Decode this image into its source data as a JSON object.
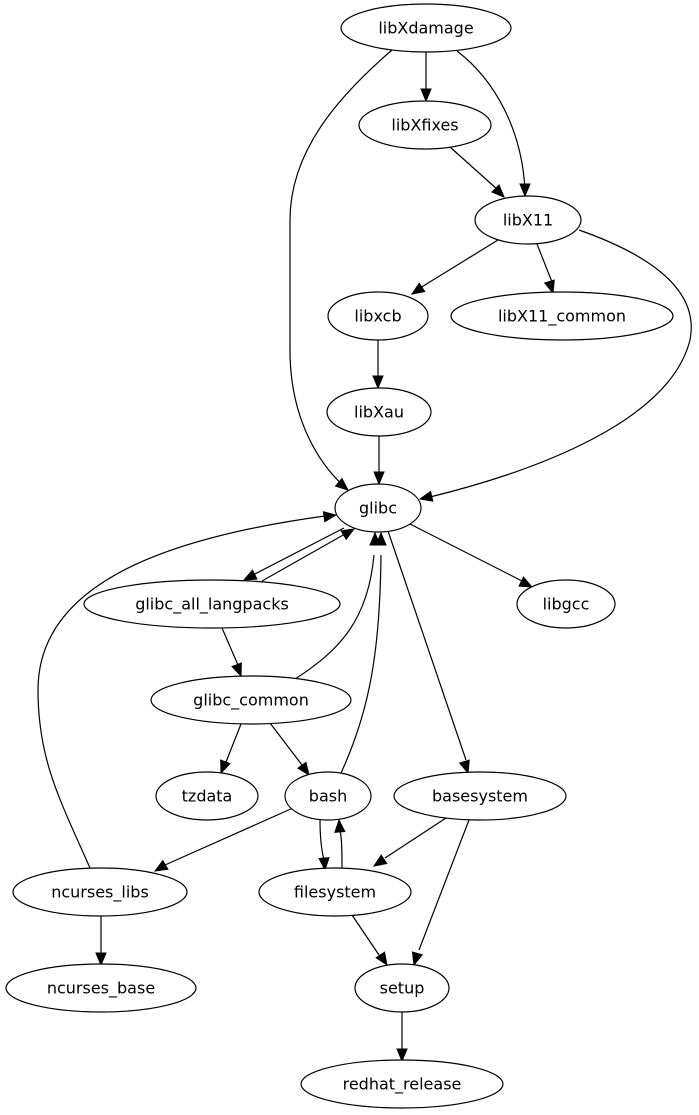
{
  "graph": {
    "type": "directed-dependency-graph",
    "nodes": [
      {
        "id": "libXdamage",
        "label": "libXdamage"
      },
      {
        "id": "libXfixes",
        "label": "libXfixes"
      },
      {
        "id": "libX11",
        "label": "libX11"
      },
      {
        "id": "libxcb",
        "label": "libxcb"
      },
      {
        "id": "libX11_common",
        "label": "libX11_common"
      },
      {
        "id": "libXau",
        "label": "libXau"
      },
      {
        "id": "glibc",
        "label": "glibc"
      },
      {
        "id": "glibc_all_langpacks",
        "label": "glibc_all_langpacks"
      },
      {
        "id": "libgcc",
        "label": "libgcc"
      },
      {
        "id": "glibc_common",
        "label": "glibc_common"
      },
      {
        "id": "tzdata",
        "label": "tzdata"
      },
      {
        "id": "bash",
        "label": "bash"
      },
      {
        "id": "basesystem",
        "label": "basesystem"
      },
      {
        "id": "ncurses_libs",
        "label": "ncurses_libs"
      },
      {
        "id": "filesystem",
        "label": "filesystem"
      },
      {
        "id": "ncurses_base",
        "label": "ncurses_base"
      },
      {
        "id": "setup",
        "label": "setup"
      },
      {
        "id": "redhat_release",
        "label": "redhat_release"
      }
    ],
    "edges": [
      {
        "from": "libXdamage",
        "to": "libXfixes"
      },
      {
        "from": "libXdamage",
        "to": "libX11"
      },
      {
        "from": "libXdamage",
        "to": "glibc"
      },
      {
        "from": "libXfixes",
        "to": "libX11"
      },
      {
        "from": "libX11",
        "to": "libxcb"
      },
      {
        "from": "libX11",
        "to": "libX11_common"
      },
      {
        "from": "libX11",
        "to": "glibc"
      },
      {
        "from": "libxcb",
        "to": "libXau"
      },
      {
        "from": "libXau",
        "to": "glibc"
      },
      {
        "from": "glibc",
        "to": "glibc_all_langpacks"
      },
      {
        "from": "glibc_all_langpacks",
        "to": "glibc"
      },
      {
        "from": "glibc",
        "to": "libgcc"
      },
      {
        "from": "glibc",
        "to": "basesystem"
      },
      {
        "from": "glibc_all_langpacks",
        "to": "glibc_common"
      },
      {
        "from": "glibc_common",
        "to": "glibc"
      },
      {
        "from": "glibc_common",
        "to": "tzdata"
      },
      {
        "from": "glibc_common",
        "to": "bash"
      },
      {
        "from": "bash",
        "to": "glibc"
      },
      {
        "from": "bash",
        "to": "ncurses_libs"
      },
      {
        "from": "bash",
        "to": "filesystem"
      },
      {
        "from": "filesystem",
        "to": "bash"
      },
      {
        "from": "ncurses_libs",
        "to": "glibc"
      },
      {
        "from": "ncurses_libs",
        "to": "ncurses_base"
      },
      {
        "from": "basesystem",
        "to": "filesystem"
      },
      {
        "from": "basesystem",
        "to": "setup"
      },
      {
        "from": "filesystem",
        "to": "setup"
      },
      {
        "from": "setup",
        "to": "redhat_release"
      }
    ]
  }
}
